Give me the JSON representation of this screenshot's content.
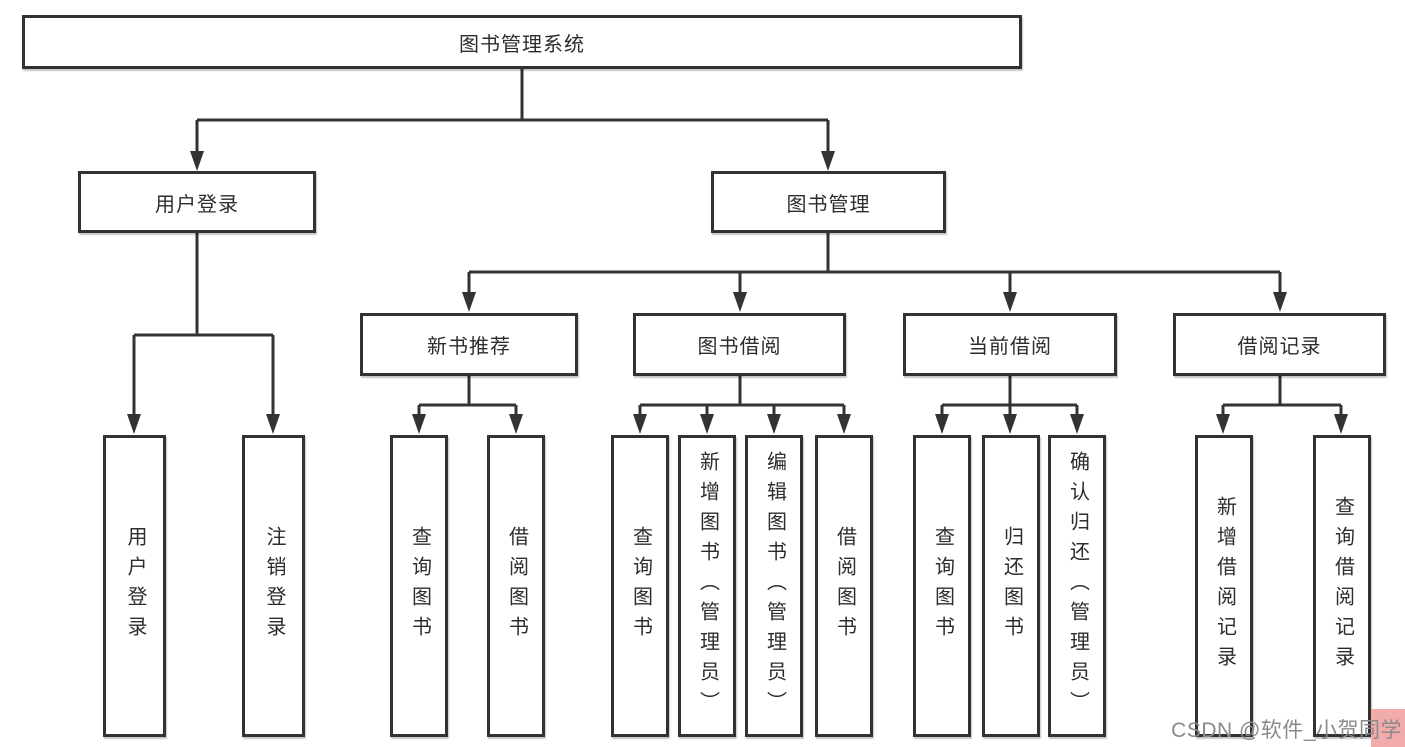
{
  "diagram_type": "hierarchy-tree",
  "colors": {
    "background": "#ffffff",
    "line": "#333333",
    "box_border": "#323232",
    "text": "#2d2d2d",
    "watermark_text": "#8a8a8a",
    "watermark_highlight": "#f2abab"
  },
  "tree": {
    "root": {
      "label": "图书管理系统",
      "children": [
        {
          "label": "用户登录",
          "children": [
            {
              "label": "用户登录"
            },
            {
              "label": "注销登录"
            }
          ]
        },
        {
          "label": "图书管理",
          "children": [
            {
              "label": "新书推荐",
              "children": [
                {
                  "label": "查询图书"
                },
                {
                  "label": "借阅图书"
                }
              ]
            },
            {
              "label": "图书借阅",
              "children": [
                {
                  "label": "查询图书"
                },
                {
                  "label": "新增图书（管理员）"
                },
                {
                  "label": "编辑图书（管理员）"
                },
                {
                  "label": "借阅图书"
                }
              ]
            },
            {
              "label": "当前借阅",
              "children": [
                {
                  "label": "查询图书"
                },
                {
                  "label": "归还图书"
                },
                {
                  "label": "确认归还（管理员）"
                }
              ]
            },
            {
              "label": "借阅记录",
              "children": [
                {
                  "label": "新增借阅记录"
                },
                {
                  "label": "查询借阅记录"
                }
              ]
            }
          ]
        }
      ]
    }
  },
  "watermark": {
    "text": "CSDN @软件_小贺同学"
  }
}
